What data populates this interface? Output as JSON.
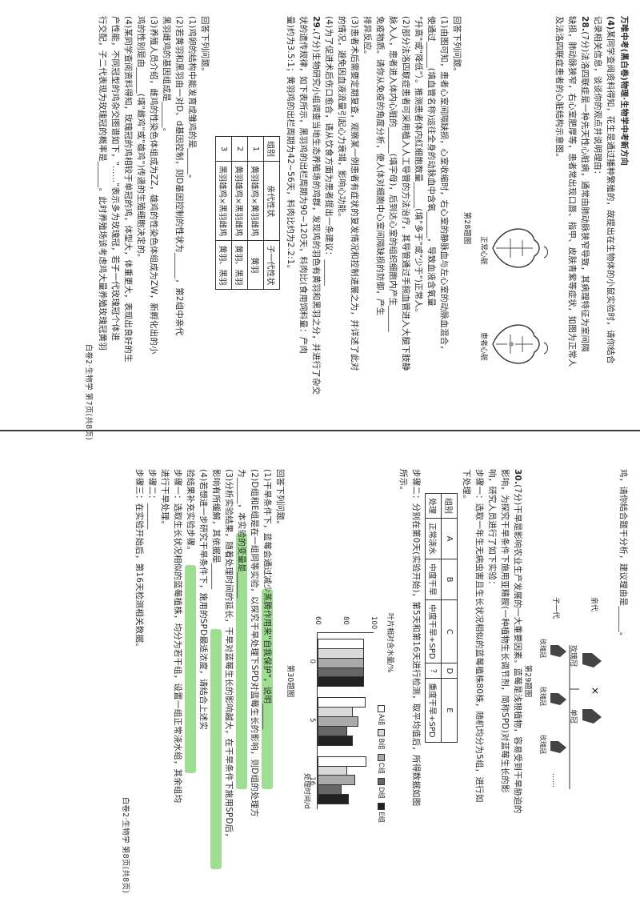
{
  "top_page": {
    "header": "万唯中考(黑白卷)物理·生物学中考新方向",
    "q28_intro_label": "(4)",
    "q28_intro": "某同学查阅资料得知，花生是通过播种繁殖的，故提出在生物体的小鼠实验时，请你结合",
    "q28_intro_cont": "记录相关信息，谈谈你的观点并说明理由：",
    "q28_label": "28.",
    "q28_stem": "(7分)法洛四联症是一种先天性心脏病，通常由肺动脉狭窄导致，其病理特征为室间隔",
    "q28_stem2": "缺损，肺动脉狭窄，右心室肥厚等，患者常出现口唇、指甲、皮肤青紫等症状，如图为正常人",
    "q28_stem3": "及法洛四联症患者的心脏结构示意图。",
    "fig28_labels": [
      "正常心脏",
      "患者心脏"
    ],
    "fig28_caption": "第28题图",
    "answer_prompt": "回答下列问题。",
    "q28_sub1": "(1)由图可知，患者心室间隔缺损，心室收缩时，右心室的静脉血与左心室的动脉血混合，",
    "q28_sub1b": "使通过______(填血管名称)运往全身的动脉血中含氧______，导致血液含氧量",
    "q28_sub1c": "\"升高\"或\"降低\"）。推测患者体内红细胞数量______(填\"多于\"或\"少于\")正常人。",
    "q28_sub2": "(2)部分法洛四联症患者可采用植入人工导管的方法治疗，其导管通过手腕血管进入大腿下肢静",
    "q28_sub2b": "脉入人，患者进入体内心脏的______(填字母)，后到达心室的组织细胞内产生______",
    "q28_sub2c": "免疫物质。请你从免疫的角度分析，使人体对细胞中心室间隔缺损的防御，产生",
    "q28_sub2d": "排异反应。",
    "q28_sub3": "(3)患者术后需要定期复查，观察某一例患者有症状的复发情况和控制进展之为，并详述了此对",
    "q28_sub3b": "的情况，避免因血液流量引起心力衰竭，影响心功能。",
    "q28_sub4": "(4)为了促进术后伤口愈合，请从饮食方面为患者提出一条建议：______",
    "q29_label": "29.",
    "q29_stem": "(7分)生物研究小组调查当地生态养殖场的鸡群，发现鸡的羽色有黄羽和黑羽之分，并进行了杂交",
    "q29_stem2": "状的遗传规律，如下表所示，黑羽鸡的出栏周期为90~120天，料肉比(食用饲料量：产肉",
    "q29_stem3": "量)约为3.5:1；黄羽鸡的出栏周期为42~56天，料肉比约为2.2:1。",
    "table29": {
      "headers": [
        "组别",
        "亲代性状",
        "子一代性状"
      ],
      "rows": [
        [
          "1",
          "黄羽雄鸡×黄羽雌鸡",
          "黄羽"
        ],
        [
          "2",
          "黄羽雄鸡×黑羽雌鸡",
          "黄羽、黑羽"
        ],
        [
          "3",
          "黑羽雄鸡×黑羽雌鸡",
          "黄羽、黑羽"
        ]
      ]
    },
    "answer_prompt2": "回答下列问题。",
    "q29_sub1": "(1)鸡卵的结构中能发育成雏鸡的是______。",
    "q29_sub2": "(2)若黄羽和黑羽由一对D、d基因控制，则D基因控制的性状为______，第2组中亲代",
    "q29_sub2b": "黑羽雌鸡的基因组成是______。",
    "q29_sub3": "(3)养殖人员介绍，雌鸡的性染色体组成为ZZ，雄鸡的性染色体组成为ZW，新孵化出的小",
    "q29_sub3b": "鸡的性别是由______(填\"雌鸡\"或\"雄鸡\")传递的生殖细胞决定的。",
    "q29_sub4": "(4)某同学查阅资料得知，玫瑰冠的鸡相较于单冠的鸡，体型大，体重更大，表现出良好的生",
    "q29_sub4b": "产性能，不同冠型的鸡杂交图谱如下，\"……\"表示多为玫瑰冠，若子一代玫瑰冠个体进",
    "q29_sub4c": "行交配，子二代表现为玫瑰冠的概率是______。此时养殖场该考虑鸡大量养殖玫瑰冠黄羽",
    "footer_left": "白卷2·生物学  第7页(共8页)"
  },
  "bottom_page": {
    "cont_top": "鸡，请你结合题干分析，建议理由是______。",
    "fig29_labels": [
      "亲代",
      "玫瑰冠",
      "单冠",
      "子一代",
      "玫瑰冠",
      "玫瑰冠",
      "玫瑰冠",
      "……"
    ],
    "fig29_caption": "第29题图",
    "q30_label": "30.",
    "q30_stem": "(7分)干旱是影响农业生产发展的一大重要因素。蓝莓是浅根植物，容易受到干旱胁迫的",
    "q30_stem2": "影响，为探究干旱条件下施用亚精胺(一种植物生长调节剂，简称SPD)对蓝莓生长的影",
    "q30_stem3": "响，研究人员进行了如下实验：",
    "q30_step1": "步骤一：选取一年生无病虫害且生长状况相似的蓝莓植株80株，随机均分为5组，进行如",
    "q30_step1b": "下处理。",
    "table30": {
      "headers": [
        "组别",
        "A",
        "B",
        "C",
        "D",
        "E"
      ],
      "rows": [
        [
          "处理",
          "正常浇水",
          "中度干旱",
          "中度干旱+SPD",
          "?",
          "重度干旱+SPD"
        ]
      ]
    },
    "q30_step2": "步骤二：分别在第0天(实验开始)，第5天和第16天进行检测，取平均值后，所得数据如图",
    "q30_step2b": "所示。",
    "chart_legend": [
      "A组",
      "B组",
      "C组",
      "D组",
      "E组"
    ],
    "chart_ylabel": "叶片相对含水量/%",
    "chart_xlabel": "处理时间/d",
    "chart_caption": "第30题图",
    "answer_prompt": "回答下列问题。",
    "q30_sub1": "(1)干旱条件下，蓝莓会通过减少蒸腾作用来\"自我保护\"，说明______",
    "q30_sub2": "(2)D组和E组是在一组同等实验，以探究干旱处理下SPD对蓝莓生长的影响，则D组的处理方",
    "q30_sub2b": "为______，本实验的变量是______",
    "q30_sub3": "(3)分析实验结果，随着处理时间的延长，干旱对蓝莓生长的影响越大，在干旱条件下施用SPD后，",
    "q30_sub3b": "影响有所缓解，其依据是______",
    "q30_sub4": "(4)若想进一步研究干旱条件下，施用的SPD最适浓度，请结合上述实",
    "q30_sub4b": "验结果补充实验步骤。",
    "q30_sub4c": "步骤一：选取生长状况相似的蓝莓植株，均分为若干组，设置一组正常浇水组，其余组均",
    "q30_sub4d": "进行干旱处理。",
    "q30_sub4e": "步骤二：______",
    "q30_sub4f": "步骤三：在实验开始后，第16天检测相关数据。",
    "footer_left": "白卷2·生物学  第8页(共8页)"
  },
  "chart_data": {
    "type": "bar",
    "categories": [
      "0",
      "5",
      "16"
    ],
    "series": [
      {
        "name": "A组",
        "values": [
          92,
          93,
          94
        ]
      },
      {
        "name": "B组",
        "values": [
          92,
          84,
          80
        ]
      },
      {
        "name": "C组",
        "values": [
          92,
          88,
          86
        ]
      },
      {
        "name": "D组",
        "values": [
          92,
          80,
          76
        ]
      },
      {
        "name": "E组",
        "values": [
          92,
          84,
          81
        ]
      }
    ],
    "xlabel": "处理时间/d",
    "ylabel": "叶片相对含水量/%",
    "ylim": [
      60,
      100
    ],
    "yticks": [
      "60",
      "80",
      "100"
    ],
    "colors": [
      "#ffffff",
      "#d9d9d9",
      "#aaaaaa",
      "#666666",
      "#222222"
    ]
  }
}
